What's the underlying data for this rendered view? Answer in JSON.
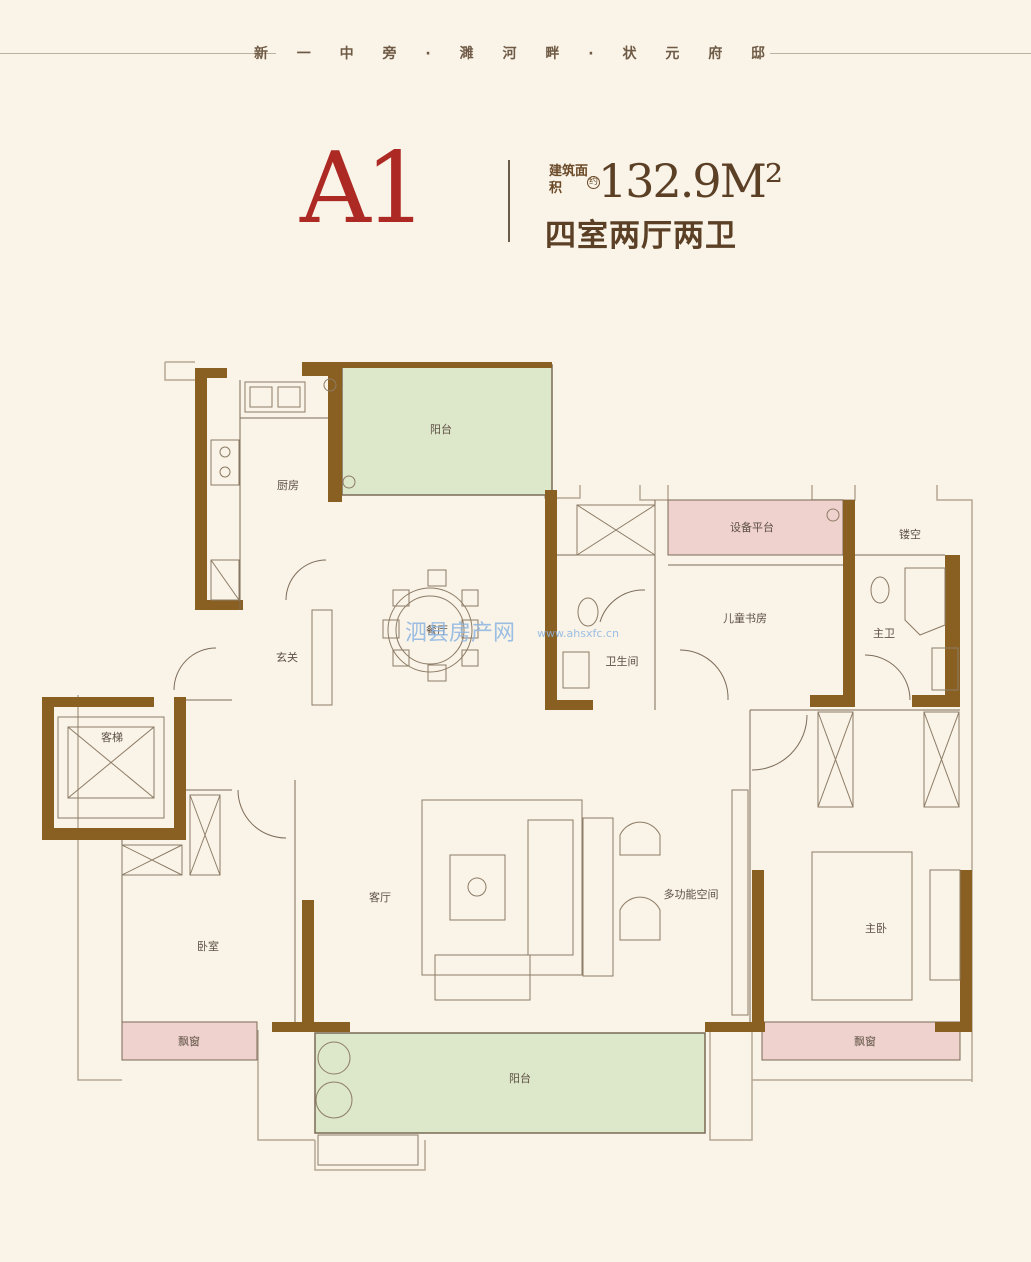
{
  "header": {
    "slogan": "新 一 中 旁 · 濉 河 畔 · 状 元 府 邸"
  },
  "unit": {
    "code": "A1",
    "area_label": "建筑面积",
    "area_unit_glyph": "约",
    "area_value": "132.9M²",
    "layout_type": "四室两厅两卫"
  },
  "rooms": {
    "balcony_north": "阳台",
    "kitchen": "厨房",
    "equipment_platform": "设备平台",
    "void": "镂空",
    "dining": "餐厅",
    "children_study": "儿童书房",
    "master_bath": "主卫",
    "bathroom": "卫生间",
    "foyer": "玄关",
    "elevator": "客梯",
    "living_room": "客厅",
    "multifunction": "多功能空间",
    "bedroom": "卧室",
    "master_bedroom": "主卧",
    "bay_window_left": "飘窗",
    "bay_window_right": "飘窗",
    "balcony_south": "阳台"
  },
  "watermark": {
    "site_name": "泗县房产网",
    "url": "www.ahsxfc.cn"
  },
  "colors": {
    "wall": "#8a5f22",
    "balcony_fill": "#dde7c9",
    "platform_fill": "#efd2cd",
    "accent_red": "#ad2a24",
    "background": "#f9f3e8"
  }
}
